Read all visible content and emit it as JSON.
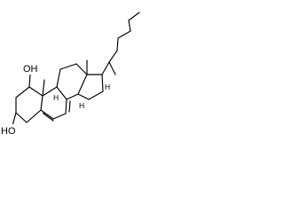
{
  "molecule": {
    "hydroxyl_top": "OH",
    "hydroxyl_left": "HO",
    "stereo_h_1": "H",
    "stereo_h_2": "H",
    "stereo_h_3": "H"
  },
  "colors": {
    "bond": "#000000",
    "background": "#ffffff"
  }
}
